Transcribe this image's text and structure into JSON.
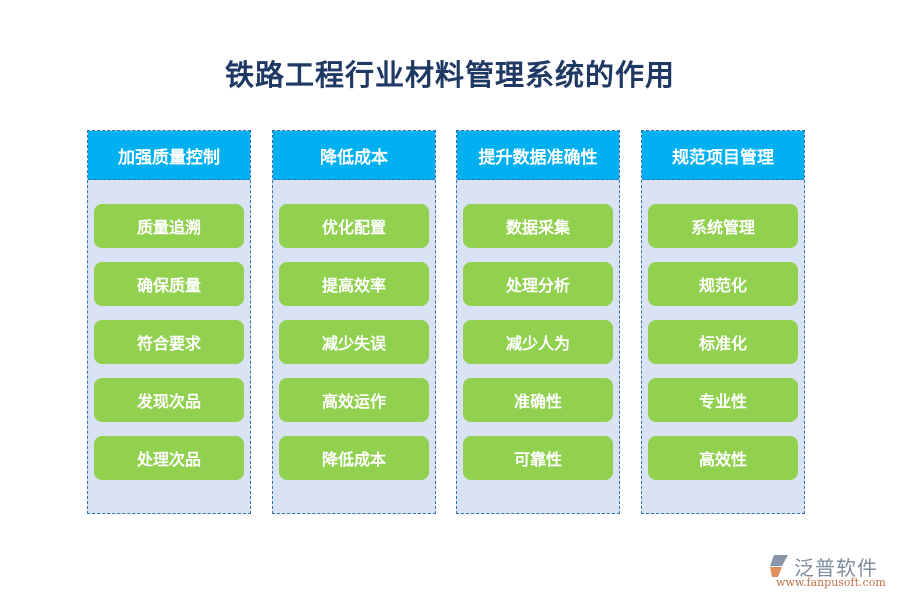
{
  "title": "铁路工程行业材料管理系统的作用",
  "columns": [
    {
      "header": "加强质量控制",
      "items": [
        "质量追溯",
        "确保质量",
        "符合要求",
        "发现次品",
        "处理次品"
      ]
    },
    {
      "header": "降低成本",
      "items": [
        "优化配置",
        "提高效率",
        "减少失误",
        "高效运作",
        "降低成本"
      ]
    },
    {
      "header": "提升数据准确性",
      "items": [
        "数据采集",
        "处理分析",
        "减少人为",
        "准确性",
        "可靠性"
      ]
    },
    {
      "header": "规范项目管理",
      "items": [
        "系统管理",
        "规范化",
        "标准化",
        "专业性",
        "高效性"
      ]
    }
  ],
  "logo": {
    "name": "泛普软件",
    "url": "www.fanpusoft.com",
    "icon": "fanpu-logo-icon"
  },
  "colors": {
    "title": "#1f3864",
    "header_bg": "#00b0f0",
    "column_bg": "#dae3f3",
    "item_bg": "#92d050",
    "border": "#2e75b6"
  }
}
